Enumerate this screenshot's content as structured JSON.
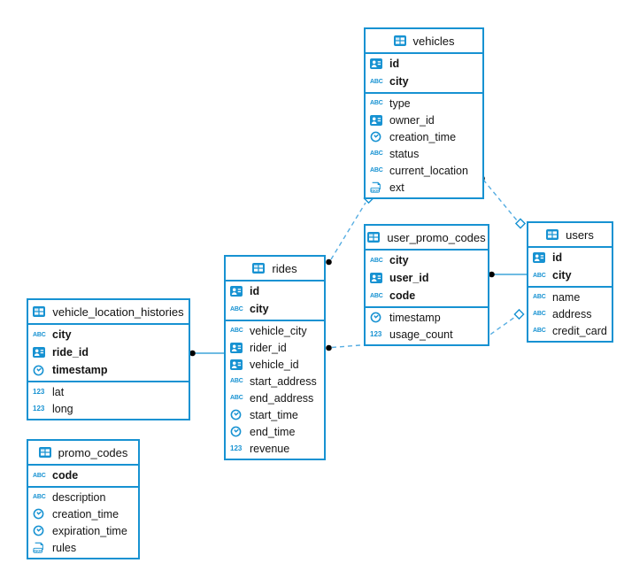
{
  "colors": {
    "accent_blue": "#1792d2",
    "dashed_line_blue": "#56ade2",
    "solid_line_blue": "#1792d2",
    "connector_dot": "#000000",
    "text": "#141414",
    "background": "#ffffff"
  },
  "icons": {
    "table": "table-grid-icon",
    "uuid": "person-id-icon",
    "string": "abc-text-type-icon",
    "time": "clock-icon",
    "number": "123-number-type-icon",
    "json": "json-document-icon"
  },
  "tables": [
    {
      "name": "vehicles",
      "pk": [
        {
          "name": "id",
          "type": "uuid"
        },
        {
          "name": "city",
          "type": "string"
        }
      ],
      "cols": [
        {
          "name": "type",
          "type": "string"
        },
        {
          "name": "owner_id",
          "type": "uuid"
        },
        {
          "name": "creation_time",
          "type": "time"
        },
        {
          "name": "status",
          "type": "string"
        },
        {
          "name": "current_location",
          "type": "string"
        },
        {
          "name": "ext",
          "type": "json"
        }
      ]
    },
    {
      "name": "user_promo_codes",
      "pk": [
        {
          "name": "city",
          "type": "string"
        },
        {
          "name": "user_id",
          "type": "uuid"
        },
        {
          "name": "code",
          "type": "string"
        }
      ],
      "cols": [
        {
          "name": "timestamp",
          "type": "time"
        },
        {
          "name": "usage_count",
          "type": "number"
        }
      ]
    },
    {
      "name": "users",
      "pk": [
        {
          "name": "id",
          "type": "uuid"
        },
        {
          "name": "city",
          "type": "string"
        }
      ],
      "cols": [
        {
          "name": "name",
          "type": "string"
        },
        {
          "name": "address",
          "type": "string"
        },
        {
          "name": "credit_card",
          "type": "string"
        }
      ]
    },
    {
      "name": "rides",
      "pk": [
        {
          "name": "id",
          "type": "uuid"
        },
        {
          "name": "city",
          "type": "string"
        }
      ],
      "cols": [
        {
          "name": "vehicle_city",
          "type": "string"
        },
        {
          "name": "rider_id",
          "type": "uuid"
        },
        {
          "name": "vehicle_id",
          "type": "uuid"
        },
        {
          "name": "start_address",
          "type": "string"
        },
        {
          "name": "end_address",
          "type": "string"
        },
        {
          "name": "start_time",
          "type": "time"
        },
        {
          "name": "end_time",
          "type": "time"
        },
        {
          "name": "revenue",
          "type": "number"
        }
      ]
    },
    {
      "name": "vehicle_location_histories",
      "pk": [
        {
          "name": "city",
          "type": "string"
        },
        {
          "name": "ride_id",
          "type": "uuid"
        },
        {
          "name": "timestamp",
          "type": "time"
        }
      ],
      "cols": [
        {
          "name": "lat",
          "type": "number"
        },
        {
          "name": "long",
          "type": "number"
        }
      ]
    },
    {
      "name": "promo_codes",
      "pk": [
        {
          "name": "code",
          "type": "string"
        }
      ],
      "cols": [
        {
          "name": "description",
          "type": "string"
        },
        {
          "name": "creation_time",
          "type": "time"
        },
        {
          "name": "expiration_time",
          "type": "time"
        },
        {
          "name": "rules",
          "type": "json"
        }
      ]
    }
  ],
  "relationships": [
    {
      "from": "rides",
      "to": "vehicles",
      "style": "dashed",
      "from_marker": "dot",
      "to_marker": "diamond"
    },
    {
      "from": "vehicles",
      "to": "users",
      "style": "dashed",
      "from_marker": "dot",
      "to_marker": "diamond"
    },
    {
      "from": "rides",
      "to": "users",
      "style": "dashed",
      "from_marker": "dot",
      "to_marker": "diamond"
    },
    {
      "from": "vehicle_location_histories",
      "to": "rides",
      "style": "solid",
      "from_marker": "dot",
      "to_marker": "none"
    },
    {
      "from": "user_promo_codes",
      "to": "users",
      "style": "solid",
      "from_marker": "dot",
      "to_marker": "none"
    }
  ]
}
